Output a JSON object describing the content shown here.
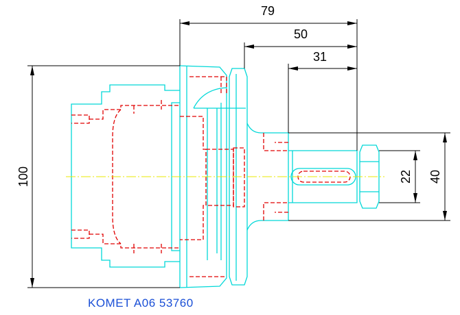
{
  "drawing": {
    "dimensions": {
      "overall_length": "79",
      "flange_to_tip": "50",
      "shank_length": "31",
      "flange_diameter": "100",
      "pilot_diameter": "22",
      "shank_diameter": "40"
    },
    "caption": "KOMET A06 53760",
    "colors": {
      "outline": "#00d8d8",
      "hidden": "#e00000",
      "dimension": "#000000",
      "centerline": "#e8e800",
      "caption": "#1a4fd6"
    }
  }
}
